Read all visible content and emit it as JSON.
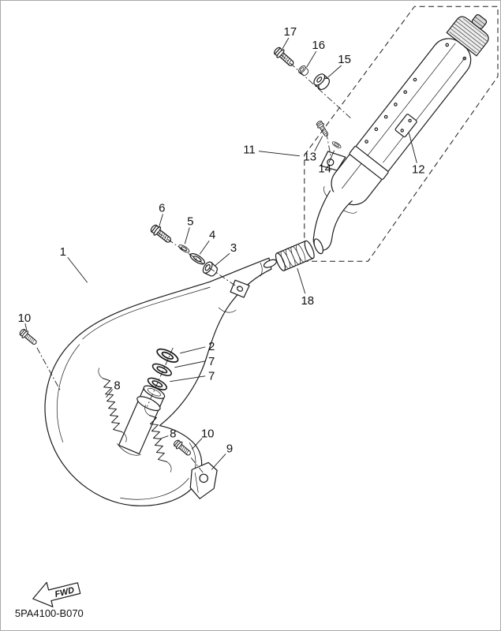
{
  "colors": {
    "line": "#1a1a1a",
    "background": "#ffffff",
    "border": "#a9a9a9"
  },
  "diagram": {
    "code": "5PA4100-B070",
    "fwd_label": "FWD",
    "callouts": {
      "n1": "1",
      "n2": "2",
      "n3": "3",
      "n4": "4",
      "n5": "5",
      "n6": "6",
      "n7a": "7",
      "n7b": "7",
      "n8a": "8",
      "n8b": "8",
      "n9": "9",
      "n10a": "10",
      "n10b": "10",
      "n11": "11",
      "n12": "12",
      "n13": "13",
      "n14": "14",
      "n15": "15",
      "n16": "16",
      "n17": "17",
      "n18": "18"
    }
  }
}
